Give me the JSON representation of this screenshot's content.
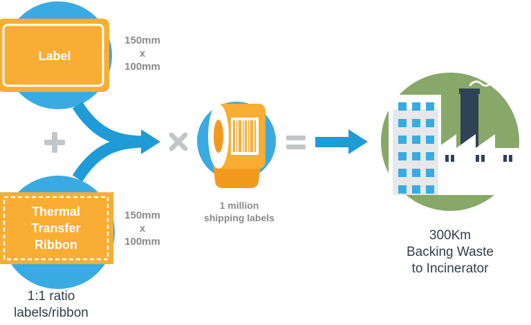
{
  "label_box": {
    "title": "Label",
    "dimensions": [
      "150mm",
      "x",
      "100mm"
    ]
  },
  "ribbon_box": {
    "title": [
      "Thermal",
      "Transfer",
      "Ribbon"
    ],
    "dimensions": [
      "150mm",
      "x",
      "100mm"
    ],
    "caption": [
      "1:1 ratio",
      "labels/ribbon"
    ]
  },
  "operators": {
    "plus": "+",
    "times": "×",
    "equals": "="
  },
  "roll": {
    "caption": [
      "1 million",
      "shipping labels"
    ]
  },
  "factory": {
    "caption": [
      "300Km",
      "Backing Waste",
      "to Incinerator"
    ]
  },
  "colors": {
    "blue": "#1f9bd7",
    "light_blue": "#39abe2",
    "orange": "#f9ad32",
    "orange_dark": "#f39a1e",
    "gray_op": "#c3c6c9",
    "green": "#87a868",
    "building_blue": "#39abe2",
    "chimney": "#2f4357"
  },
  "icons": [
    "label-box",
    "ribbon-box",
    "plus-icon",
    "times-icon",
    "equals-icon",
    "merge-arrow-icon",
    "arrow-right-icon",
    "label-roll-icon",
    "factory-icon",
    "smoke-icon"
  ]
}
